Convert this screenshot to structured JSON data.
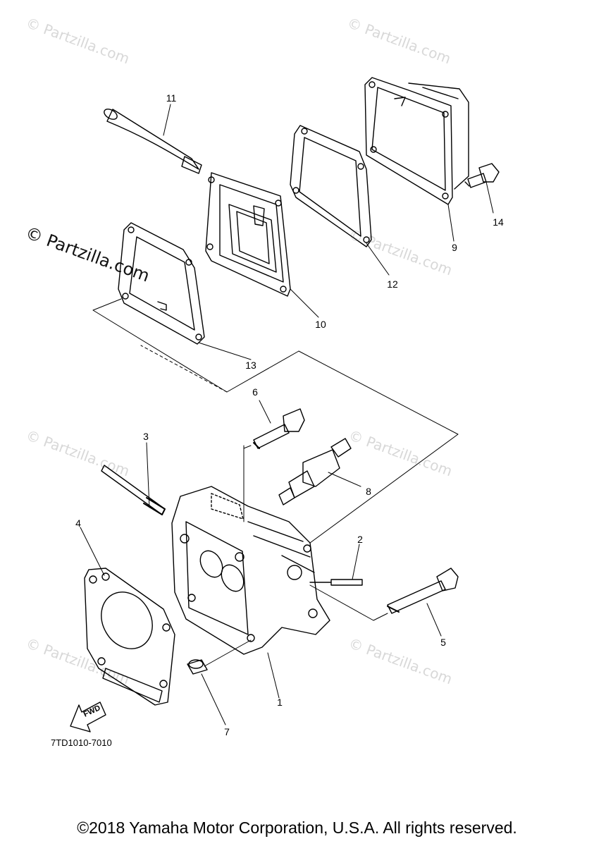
{
  "watermark": {
    "faint": "© Partzilla.com",
    "main": "© Partzilla.com"
  },
  "callouts": [
    "1",
    "2",
    "3",
    "4",
    "5",
    "6",
    "7",
    "8",
    "9",
    "10",
    "11",
    "12",
    "13",
    "14"
  ],
  "fwd_label": "FWD",
  "diagram_code": "7TD1010-7010",
  "copyright": "©2018 Yamaha Motor Corporation, U.S.A. All rights reserved.",
  "colors": {
    "line": "#000000",
    "watermark": "#d8d8d8",
    "background": "#ffffff"
  }
}
